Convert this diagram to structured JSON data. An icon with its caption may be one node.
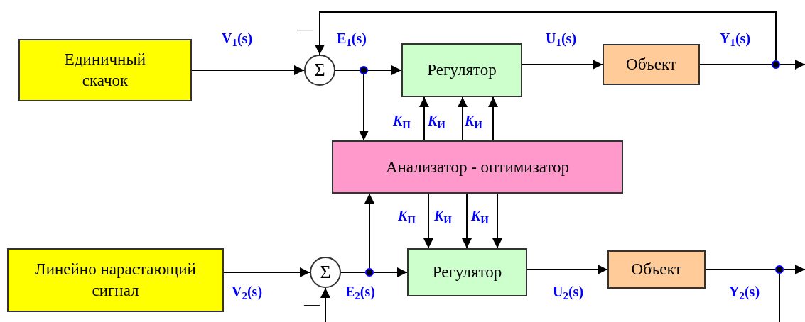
{
  "diagram": {
    "nodes": [
      {
        "text": [
          "Единичный скачок"
        ]
      },
      {
        "text": [
          "Σ"
        ]
      },
      {
        "text": [],
        "shape": "circle"
      },
      {
        "text": [
          "Регулятор"
        ]
      },
      {
        "text": [
          "Объект"
        ]
      },
      {
        "text": [],
        "shape": "circle"
      },
      {
        "text": [
          "Анализатор - оптимизатор"
        ]
      },
      {
        "text": [
          "Линейно нарастающий сигнал"
        ]
      },
      {
        "text": [
          "Σ"
        ]
      },
      {
        "text": [],
        "shape": "circle"
      },
      {
        "text": [
          "Регулятор"
        ]
      },
      {
        "text": [
          "Объект"
        ]
      },
      {
        "text": [],
        "shape": "circle"
      }
    ],
    "edges": [
      {
        "from": 0,
        "to": 1,
        "arrow": "to",
        "label": "V$_{1}$(s)"
      },
      {
        "from": 1,
        "to": 2,
        "arrow": "none",
        "label": "E$_{1}$(s)"
      },
      {
        "from": 2,
        "to": 3,
        "arrow": "to"
      },
      {
        "from": 3,
        "to": 4,
        "arrow": "to",
        "label": "U$_{1}$(s)"
      },
      {
        "from": 4,
        "to": 5,
        "arrow": "none",
        "label": "Y$_{1}$(s)"
      },
      {
        "from": 5,
        "to": null,
        "arrow": "to"
      },
      {
        "from": 5,
        "to": 1,
        "arrow": "to"
      },
      {
        "from": 2,
        "to": 6,
        "arrow": "to"
      },
      {
        "from": 6,
        "to": 3,
        "arrow": "to",
        "label": "*K*$_{П}$"
      },
      {
        "from": 6,
        "to": 3,
        "arrow": "to",
        "label": "*K*$_{И}$"
      },
      {
        "from": 6,
        "to": 3,
        "arrow": "to",
        "label": "*K*$_{И}$"
      },
      {
        "from": 7,
        "to": 8,
        "arrow": "to",
        "label": "V$_{2}$(s)"
      },
      {
        "from": 8,
        "to": 9,
        "arrow": "none",
        "label": "E$_{2}$(s)"
      },
      {
        "from": 9,
        "to": 10,
        "arrow": "to"
      },
      {
        "from": 9,
        "to": 6,
        "arrow": "to"
      },
      {
        "from": 6,
        "to": 10,
        "arrow": "to",
        "label": "*K*$_{П}$"
      },
      {
        "from": 6,
        "to": 10,
        "arrow": "to",
        "label": "*K*$_{И}$"
      },
      {
        "from": 6,
        "to": 10,
        "arrow": "to",
        "label": "*K*$_{И}$"
      },
      {
        "from": 10,
        "to": 11,
        "arrow": "to",
        "label": "U$_{2}$(s)"
      },
      {
        "from": 11,
        "to": 12,
        "arrow": "none",
        "label": "Y$_{2}$(s)"
      },
      {
        "from": 12,
        "to": null,
        "arrow": "to"
      },
      {
        "from": 12,
        "to": 8,
        "arrow": "to"
      }
    ],
    "labels": [
      "—",
      "—"
    ]
  }
}
